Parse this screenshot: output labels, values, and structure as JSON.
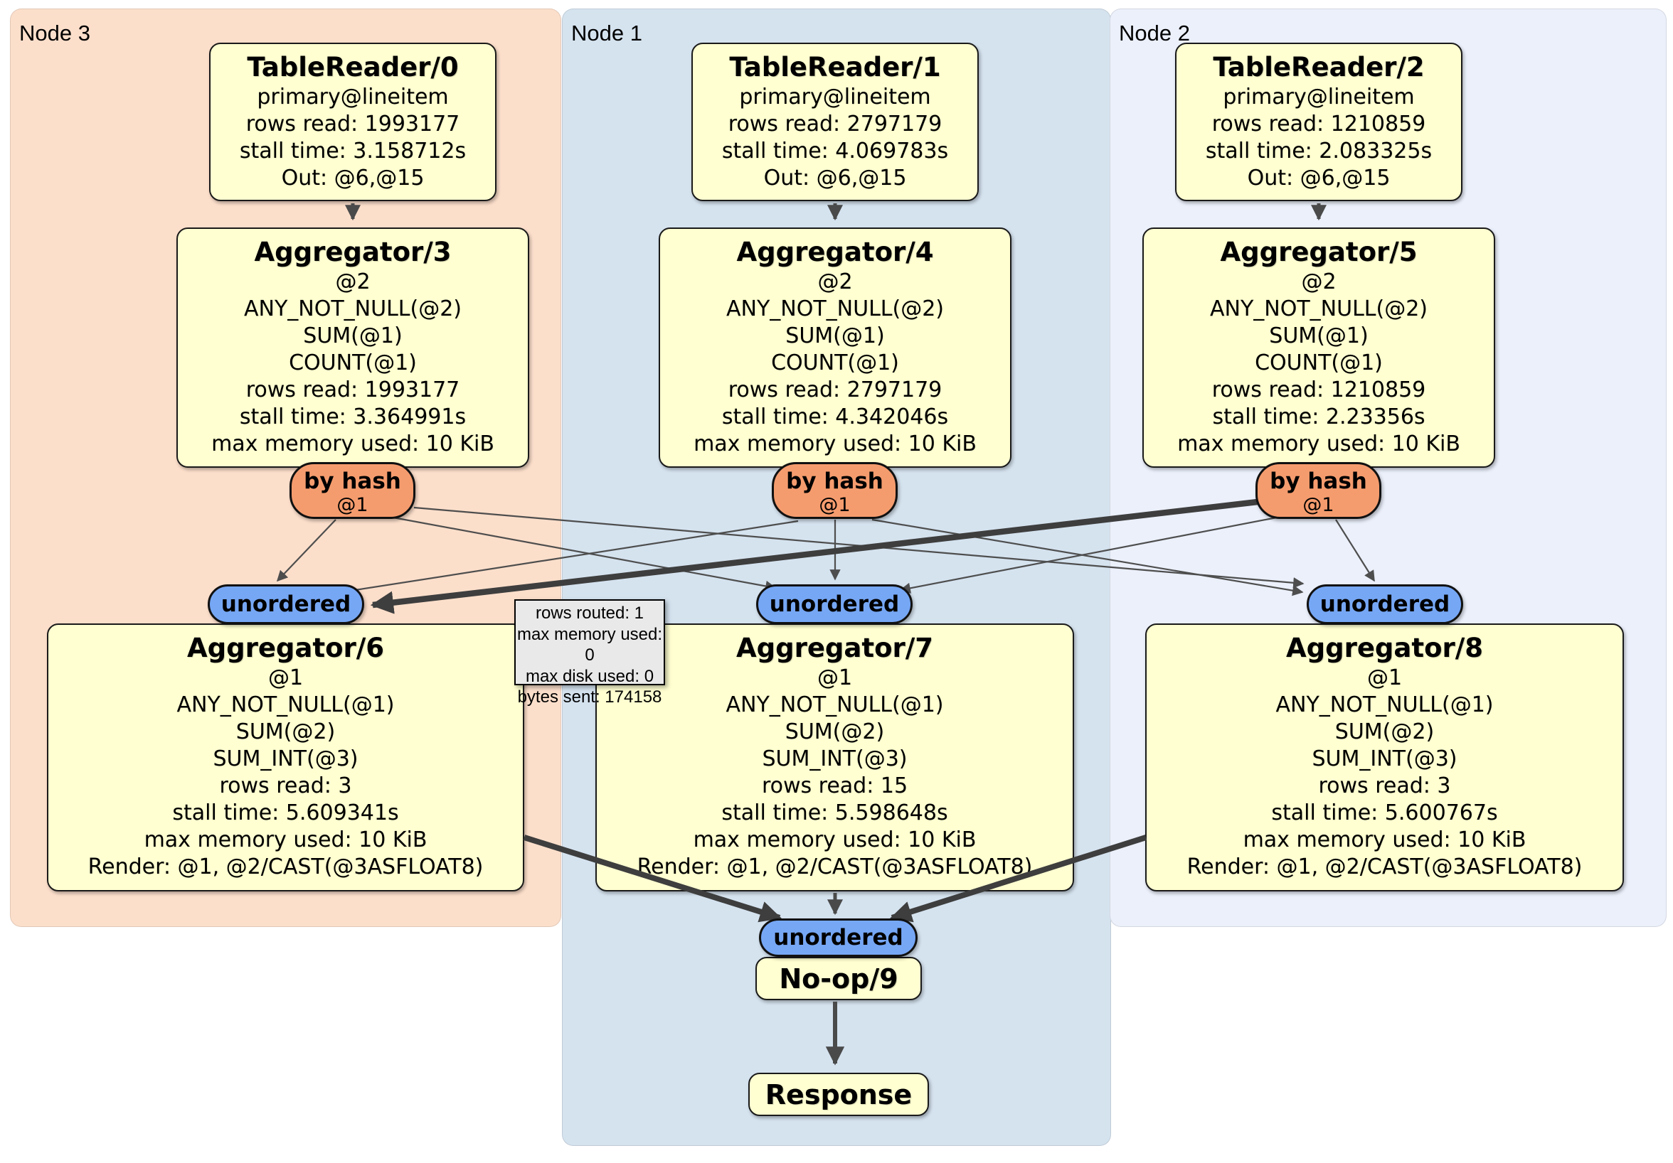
{
  "diagram": {
    "nodes": [
      {
        "label": "Node 3"
      },
      {
        "label": "Node 1"
      },
      {
        "label": "Node 2"
      }
    ],
    "operators": {
      "tr0": {
        "title": "TableReader/0",
        "lines": [
          "primary@lineitem",
          "rows read: 1993177",
          "stall time: 3.158712s",
          "Out: @6,@15"
        ]
      },
      "tr1": {
        "title": "TableReader/1",
        "lines": [
          "primary@lineitem",
          "rows read: 2797179",
          "stall time: 4.069783s",
          "Out: @6,@15"
        ]
      },
      "tr2": {
        "title": "TableReader/2",
        "lines": [
          "primary@lineitem",
          "rows read: 1210859",
          "stall time: 2.083325s",
          "Out: @6,@15"
        ]
      },
      "agg3": {
        "title": "Aggregator/3",
        "lines": [
          "@2",
          "ANY_NOT_NULL(@2)",
          "SUM(@1)",
          "COUNT(@1)",
          "rows read: 1993177",
          "stall time: 3.364991s",
          "max memory used: 10 KiB"
        ]
      },
      "agg4": {
        "title": "Aggregator/4",
        "lines": [
          "@2",
          "ANY_NOT_NULL(@2)",
          "SUM(@1)",
          "COUNT(@1)",
          "rows read: 2797179",
          "stall time: 4.342046s",
          "max memory used: 10 KiB"
        ]
      },
      "agg5": {
        "title": "Aggregator/5",
        "lines": [
          "@2",
          "ANY_NOT_NULL(@2)",
          "SUM(@1)",
          "COUNT(@1)",
          "rows read: 1210859",
          "stall time: 2.23356s",
          "max memory used: 10 KiB"
        ]
      },
      "agg6": {
        "title": "Aggregator/6",
        "lines": [
          "@1",
          "ANY_NOT_NULL(@1)",
          "SUM(@2)",
          "SUM_INT(@3)",
          "rows read: 3",
          "stall time: 5.609341s",
          "max memory used: 10 KiB",
          "Render: @1, @2/CAST(@3ASFLOAT8)"
        ]
      },
      "agg7": {
        "title": "Aggregator/7",
        "lines": [
          "@1",
          "ANY_NOT_NULL(@1)",
          "SUM(@2)",
          "SUM_INT(@3)",
          "rows read: 15",
          "stall time: 5.598648s",
          "max memory used: 10 KiB",
          "Render: @1, @2/CAST(@3ASFLOAT8)"
        ]
      },
      "agg8": {
        "title": "Aggregator/8",
        "lines": [
          "@1",
          "ANY_NOT_NULL(@1)",
          "SUM(@2)",
          "SUM_INT(@3)",
          "rows read: 3",
          "stall time: 5.600767s",
          "max memory used: 10 KiB",
          "Render: @1, @2/CAST(@3ASFLOAT8)"
        ]
      },
      "noop": {
        "title": "No-op/9"
      },
      "response": {
        "title": "Response"
      }
    },
    "router": {
      "label": "by hash",
      "stream": "@1"
    },
    "sync": {
      "label": "unordered"
    },
    "tooltip": {
      "lines": [
        "rows routed: 1",
        "max memory used: 0",
        "max disk used: 0",
        "bytes sent: 174158"
      ]
    },
    "colors": {
      "node3_bg": "#fcdfcb",
      "node1_bg": "#d5e3ef",
      "node2_bg": "#ebf0fb",
      "operator_bg": "#ffffd1",
      "router_bg": "#f59c6e",
      "sync_bg": "#76a7f5",
      "tooltip_bg": "#e9e9e9",
      "edge_thin": "#4e4e4e",
      "edge_thick": "#3e3e3e"
    }
  }
}
